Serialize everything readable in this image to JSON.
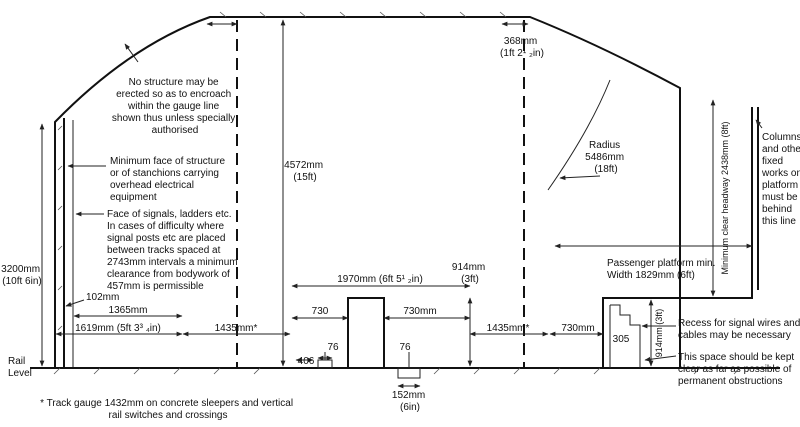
{
  "notes": {
    "no_structure": [
      "No structure may be",
      "erected so as to encroach",
      "within the gauge line",
      "shown thus unless specially",
      "authorised"
    ],
    "min_face": [
      "Minimum face of structure",
      "or of stanchions carrying",
      "overhead electrical",
      "equipment"
    ],
    "face_signals": [
      "Face of signals, ladders etc.",
      "In cases of difficulty where",
      "signal posts etc are placed",
      "between tracks spaced at",
      "2743mm intervals a minimum",
      "clearance from bodywork of",
      "457mm is permissible"
    ],
    "columns": [
      "Columns",
      "and other",
      "fixed",
      "works on",
      "platform",
      "must be",
      "behind",
      "this line"
    ],
    "recess": [
      "Recess for signal wires and",
      "cables may be necessary"
    ],
    "keep_clear": [
      "This space should be kept",
      "clear as far as possible of",
      "permanent obstructions"
    ],
    "track_gauge": [
      "* Track gauge 1432mm on concrete sleepers and vertical",
      "rail switches and crossings"
    ],
    "platform": [
      "Passenger platform min.",
      "Width 1829mm (6ft)"
    ],
    "rail_level": [
      "Rail",
      "Level"
    ]
  },
  "dimensions": {
    "h3200": [
      "3200mm",
      "(10ft 6in)"
    ],
    "h4572": [
      "4572mm",
      "(15ft)"
    ],
    "d368": [
      "368mm",
      "(1ft 2¹ ₂in)"
    ],
    "radius": [
      "Radius",
      "5486mm",
      "(18ft)"
    ],
    "headway": "Minimum clear headway 2438mm (8ft)",
    "d914a": [
      "914mm",
      "(3ft)"
    ],
    "d914b": "914mm (3ft)",
    "d1970": "1970mm (6ft 5¹ ₂in)",
    "d730a": "730",
    "d730b": "730mm",
    "d730c": "730mm",
    "d1435a": "1435mm*",
    "d1435b": "1435mm*",
    "d1365": "1365mm",
    "d1619": "1619mm (5ft 3³ ₄in)",
    "d102": "102mm",
    "d76a": "76",
    "d76b": "76",
    "d406": "406",
    "d305": "305",
    "d152": [
      "152mm",
      "(6in)"
    ]
  }
}
